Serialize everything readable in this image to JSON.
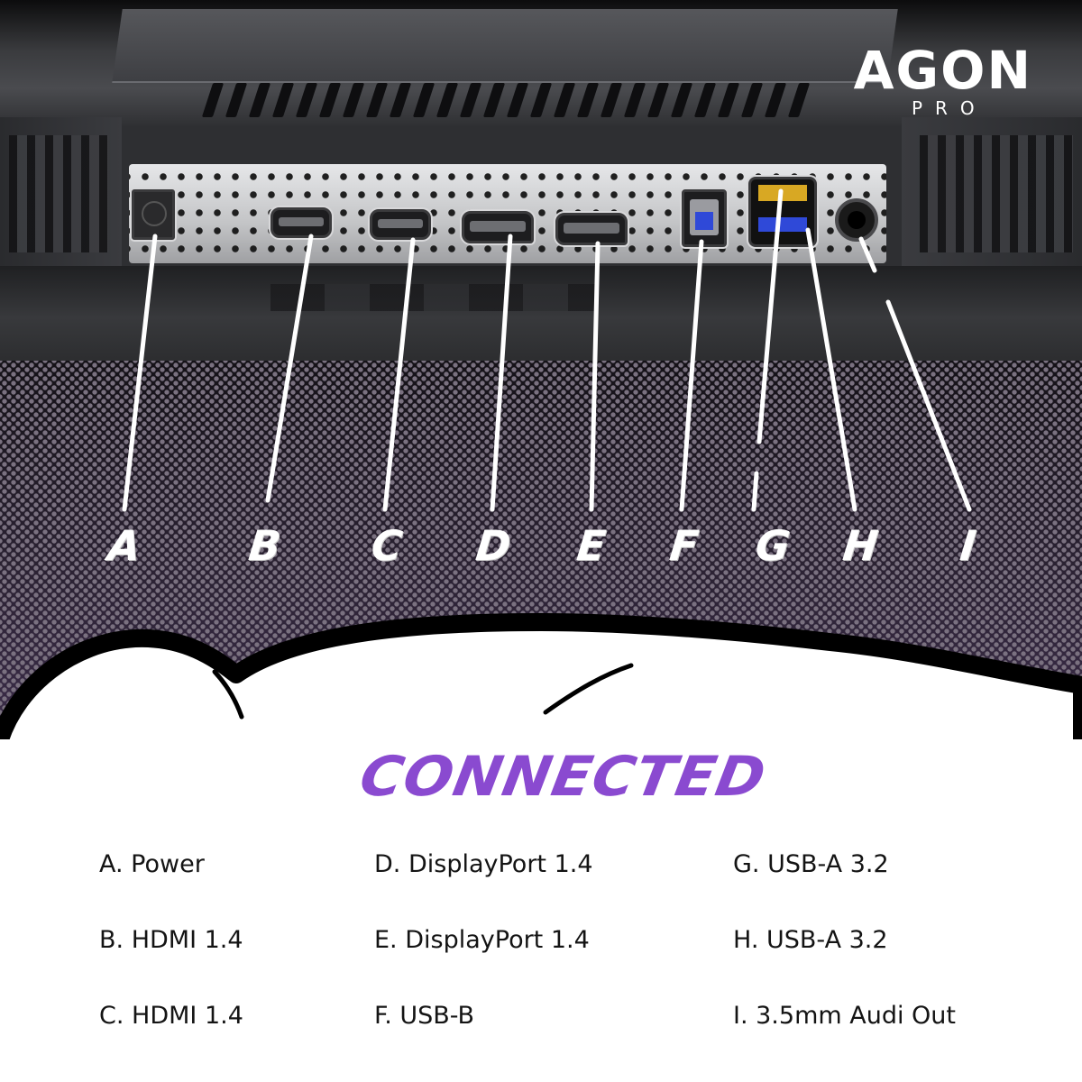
{
  "brand": {
    "logo_main": "AGON",
    "logo_sub": "PRO"
  },
  "ports_diagram": {
    "letters": [
      "A",
      "B",
      "C",
      "D",
      "E",
      "F",
      "G",
      "H",
      "I"
    ],
    "port_colors": {
      "usb_a_top": "#d8a823",
      "usb_a_bottom": "#2f49d8",
      "usb_b": "#2f49d8"
    }
  },
  "section": {
    "heading": "CONNECTED",
    "heading_color": "#8a4ad0"
  },
  "legend": {
    "columns": [
      [
        "A. Power",
        "B. HDMI 1.4",
        "C. HDMI 1.4"
      ],
      [
        "D. DisplayPort 1.4",
        "E. DisplayPort 1.4",
        "F. USB-B"
      ],
      [
        "G. USB-A 3.2",
        "H. USB-A 3.2",
        "I. 3.5mm Audi Out"
      ]
    ]
  }
}
